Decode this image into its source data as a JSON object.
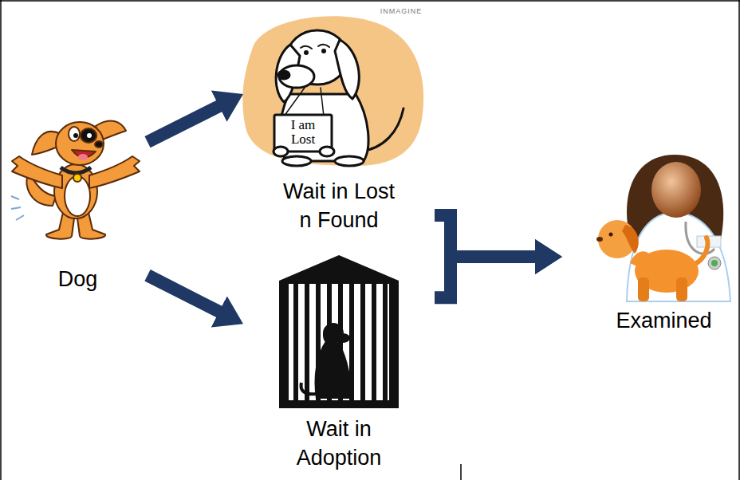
{
  "diagram": {
    "nodes": [
      {
        "text": [
          "Dog"
        ]
      },
      {
        "text": [
          "Wait in Lost n Found"
        ]
      },
      {
        "text": [
          "Wait in Adoption"
        ]
      },
      {
        "text": [
          "Examined"
        ]
      }
    ],
    "edges": [
      {
        "from": 0,
        "to": 1,
        "arrow": "to"
      },
      {
        "from": 0,
        "to": 2,
        "arrow": "to"
      },
      {
        "from": 1,
        "to": 3,
        "arrow": "to"
      },
      {
        "from": 2,
        "to": 3,
        "arrow": "to"
      }
    ],
    "labels": [
      "I am Lost",
      "INMAGINE"
    ]
  }
}
